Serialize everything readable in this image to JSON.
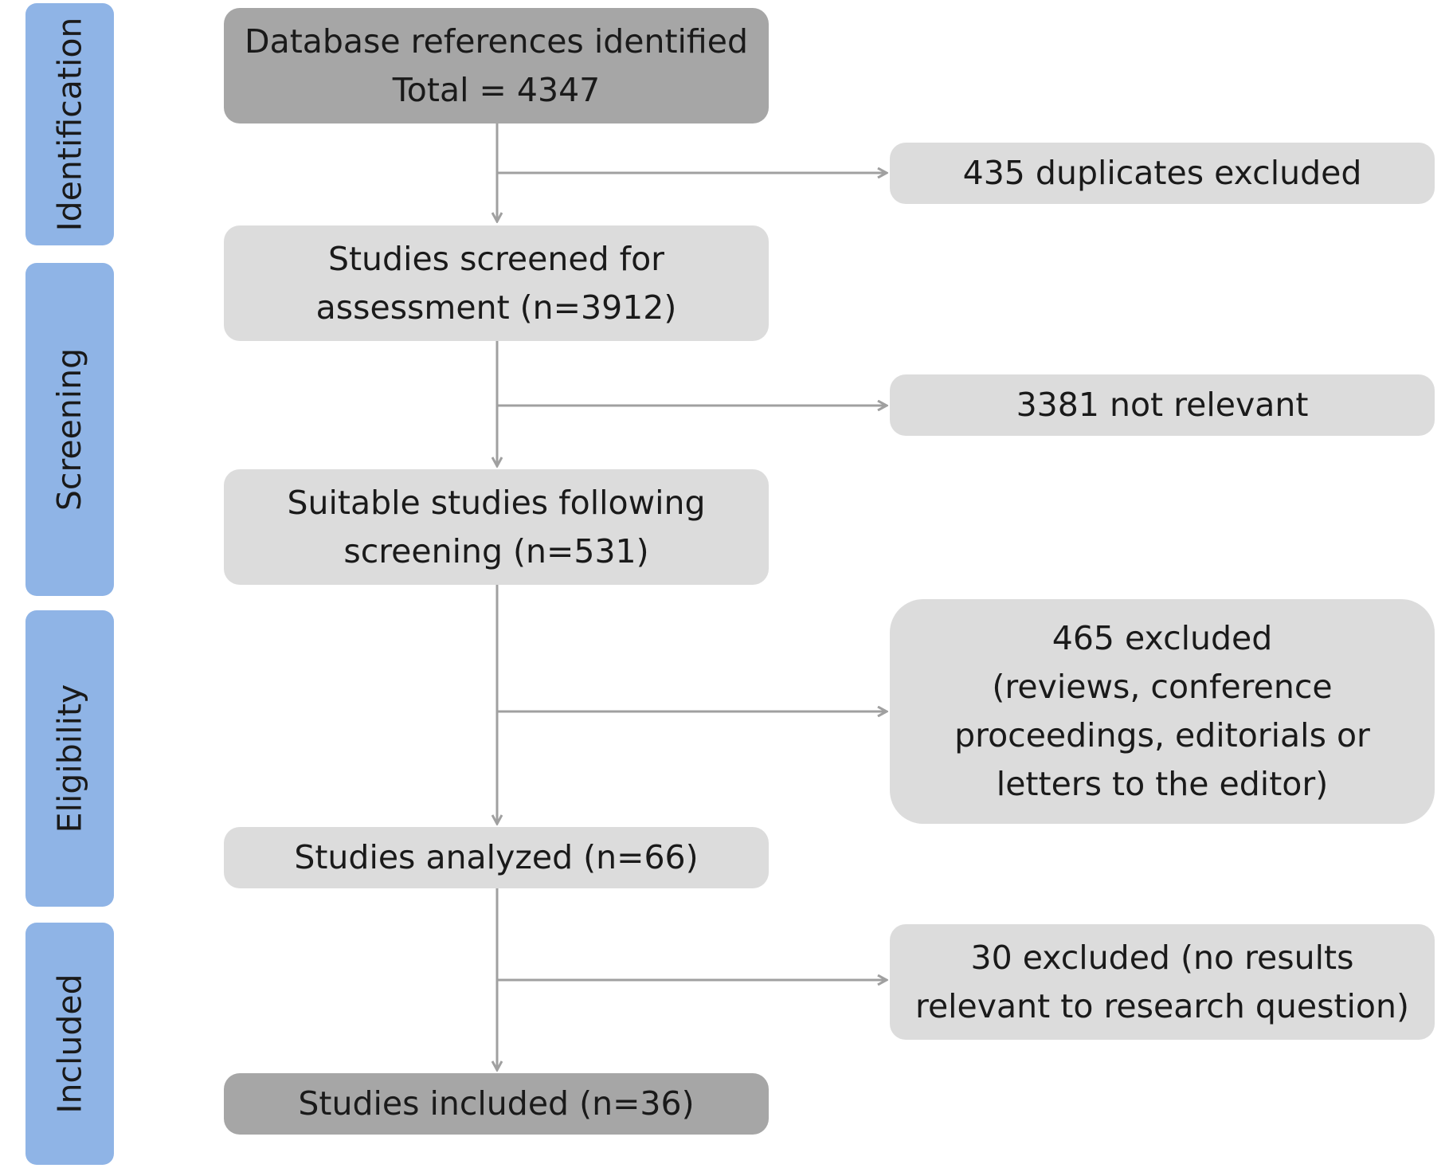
{
  "stages": {
    "identification": "Identification",
    "screening": "Screening",
    "eligibility": "Eligibility",
    "included": "Included"
  },
  "boxes": {
    "database_line1": "Database references identified",
    "database_line2": "Total = 4347",
    "screened_line1": "Studies screened for",
    "screened_line2": "assessment (n=3912)",
    "suitable_line1": "Suitable studies following",
    "suitable_line2": "screening (n=531)",
    "analyzed": "Studies analyzed (n=66)",
    "included": "Studies included (n=36)"
  },
  "exclusions": {
    "duplicates": "435 duplicates excluded",
    "not_relevant": "3381 not relevant",
    "excluded_465_line1": "465 excluded",
    "excluded_465_line2": "(reviews, conference",
    "excluded_465_line3": "proceedings, editorials or",
    "excluded_465_line4": "letters to the editor)",
    "excluded_30_line1": "30 excluded (no results",
    "excluded_30_line2": "relevant to research question)"
  },
  "colors": {
    "stage_fill": "#8fb4e6",
    "box_fill": "#dcdcdc",
    "dark_box_fill": "#a6a6a6",
    "arrow": "#a0a0a0"
  }
}
